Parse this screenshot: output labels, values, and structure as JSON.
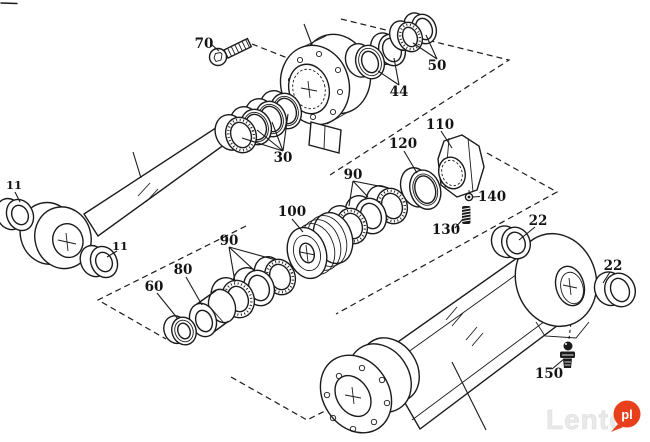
{
  "diagram": {
    "type": "exploded-parts-diagram",
    "subject": "Hydraulic cylinder assembly",
    "part_labels": {
      "p70": "70",
      "p30": "30",
      "p44": "44",
      "p50": "50",
      "p11a": "11",
      "p11b": "11",
      "p60": "60",
      "p80": "80",
      "p90_upper": "90",
      "p90_lower": "90",
      "p100": "100",
      "p110": "110",
      "p120": "120",
      "p130": "130",
      "p140": "140",
      "p22a": "22",
      "p22b": "22",
      "p150": "150"
    }
  },
  "watermark": {
    "brand": "Lento",
    "badge": "pl",
    "badge_color": "#e8401c",
    "text_color": "#e9e9e9"
  },
  "canvas": {
    "background": "#ffffff",
    "line_color": "#1b1b1b"
  }
}
